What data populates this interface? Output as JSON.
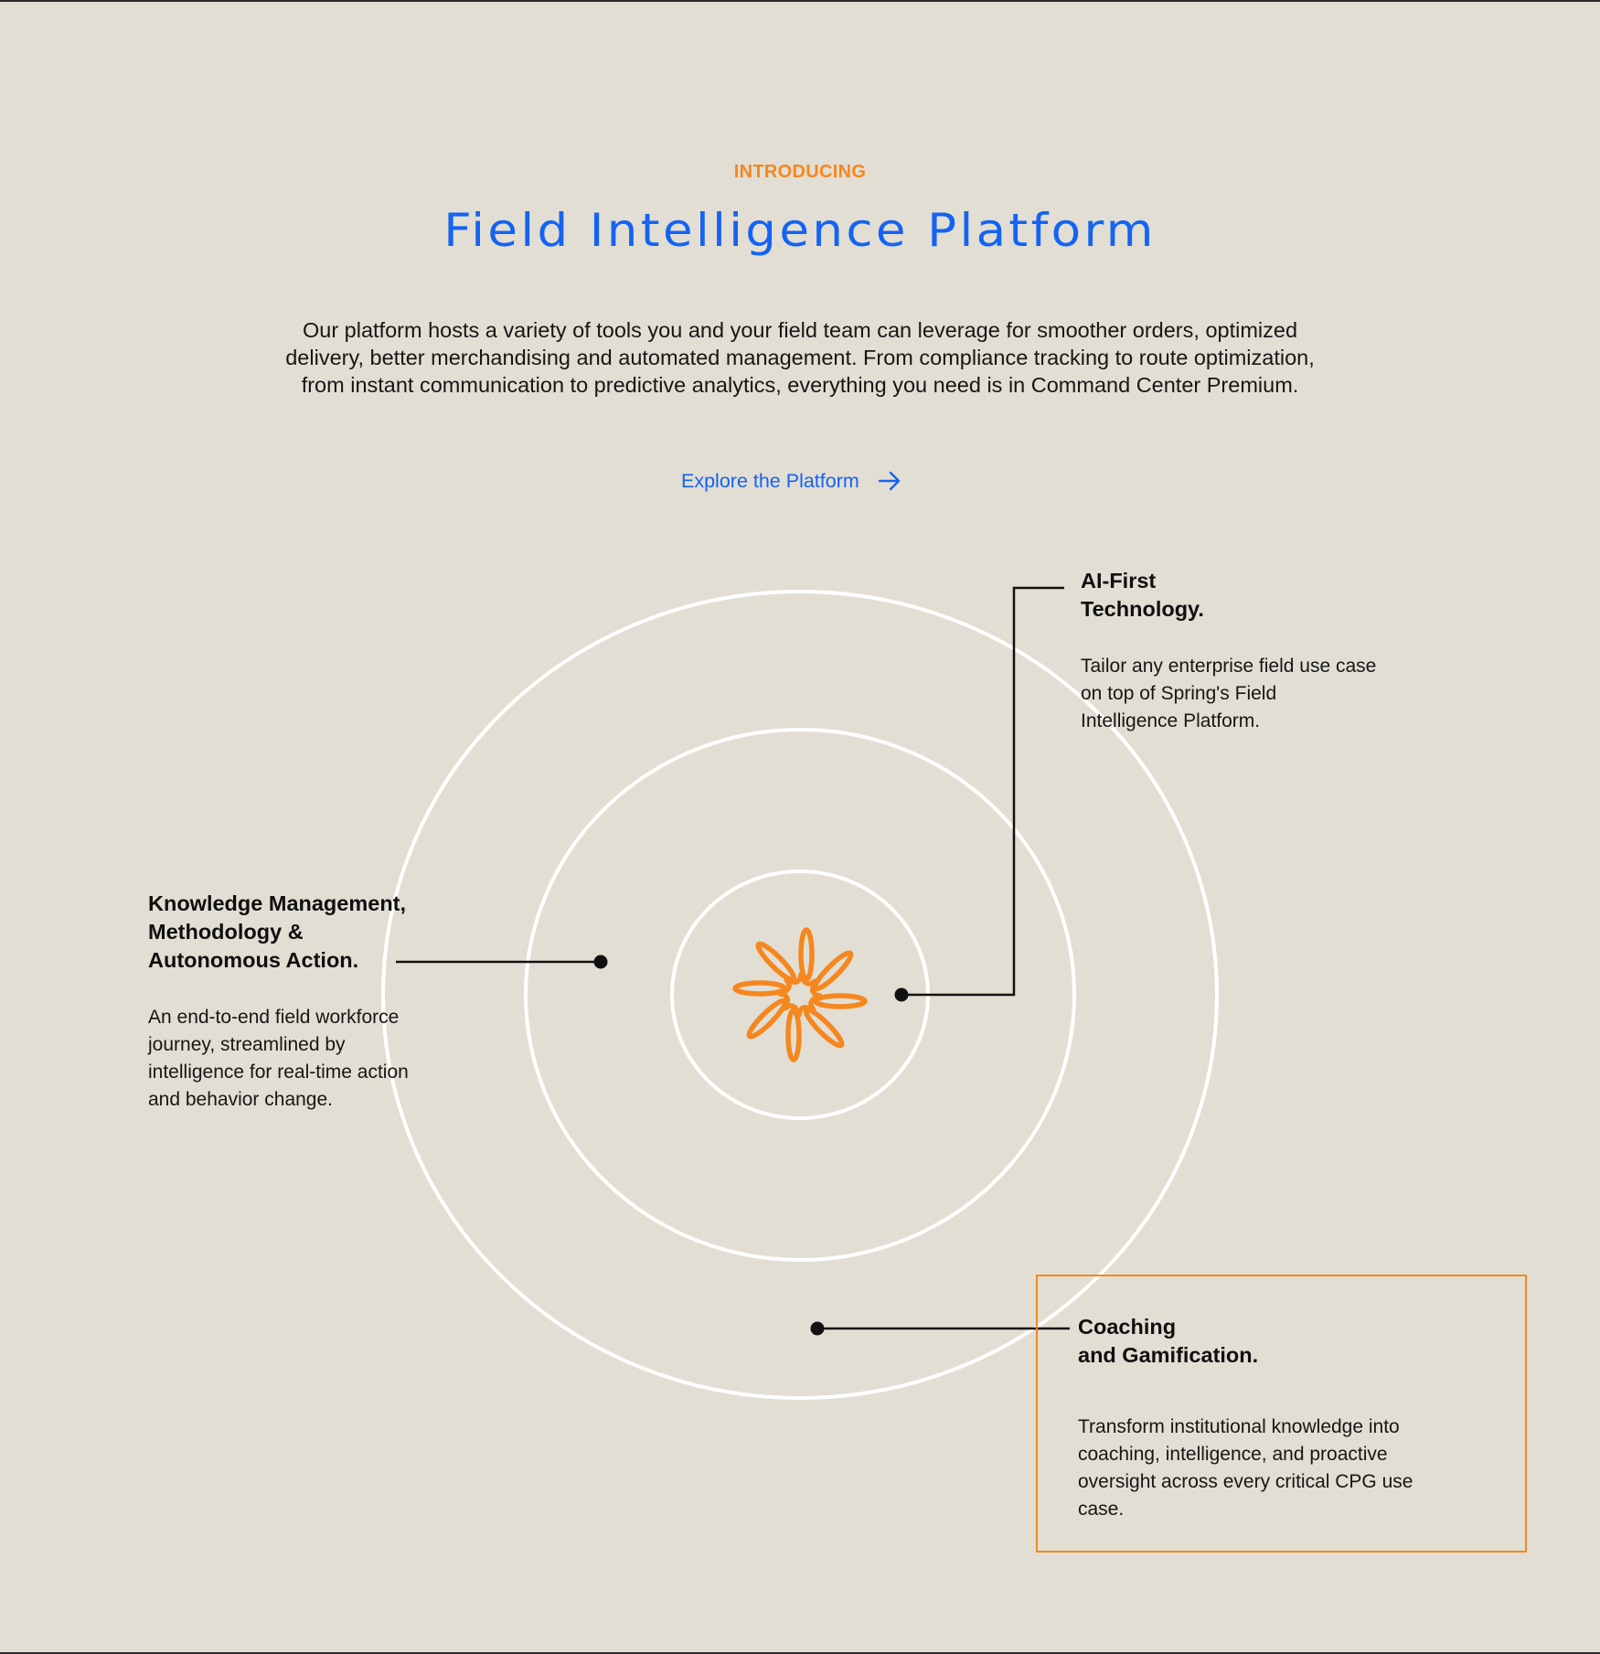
{
  "hero": {
    "eyebrow": "INTRODUCING",
    "title": "Field Intelligence Platform",
    "description": "Our platform hosts a variety of tools you and your field team can leverage for smoother orders, optimized delivery, better merchandising and automated management. From compliance tracking to route optimization, from instant communication to predictive analytics, everything you need is in Command Center Premium.",
    "cta_label": "Explore the Platform",
    "cta_icon": "arrow-right-icon"
  },
  "diagram": {
    "center_logo": "spring-flower-logo",
    "rings": 3,
    "features": [
      {
        "id": "knowledge",
        "title_lines": [
          "Knowledge Management,",
          "Methodology &",
          "Autonomous Action."
        ],
        "description": "An end-to-end field workforce journey, streamlined by intelligence for real-time action and behavior change."
      },
      {
        "id": "ai-first",
        "title_lines": [
          "AI-First",
          "Technology."
        ],
        "description": "Tailor any enterprise field use case on top of Spring's Field Intelligence Platform."
      },
      {
        "id": "coaching",
        "title_lines": [
          "Coaching",
          "and Gamification."
        ],
        "description": "Transform institutional knowledge into coaching, intelligence, and proactive oversight across every critical CPG use case."
      }
    ]
  },
  "colors": {
    "background": "#E2DED3",
    "accent_orange": "#F5871F",
    "accent_blue": "#1463F3",
    "text": "#111111",
    "ring": "#FFFFFF"
  }
}
